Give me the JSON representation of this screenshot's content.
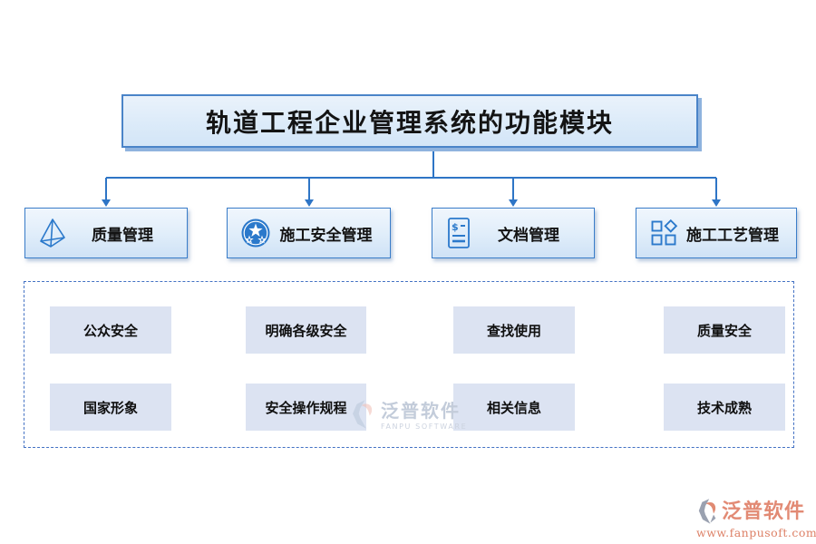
{
  "diagram": {
    "title": "轨道工程企业管理系统的功能模块",
    "modules": [
      {
        "label": "质量管理",
        "icon": "pyramid-icon"
      },
      {
        "label": "施工安全管理",
        "icon": "medal-star-icon"
      },
      {
        "label": "文档管理",
        "icon": "invoice-icon"
      },
      {
        "label": "施工工艺管理",
        "icon": "shapes-grid-icon"
      }
    ],
    "features": [
      "公众安全",
      "明确各级安全",
      "查找使用",
      "质量安全",
      "国家形象",
      "安全操作规程",
      "相关信息",
      "技术成熟"
    ]
  },
  "watermarks": {
    "center": {
      "brand": "泛普软件",
      "subtitle": "FANPU SOFTWARE"
    },
    "corner": {
      "brand": "泛普软件",
      "url": "www.fanpusoft.com"
    }
  },
  "colors": {
    "accent_blue": "#2e75c6",
    "box_border": "#3a7dc9",
    "box_fill": "#e1eefa",
    "feature_fill": "#dce3f2",
    "dashed_border": "#4472c4",
    "watermark_salmon": "#e28a74",
    "watermark_gray": "#c3ccda"
  }
}
